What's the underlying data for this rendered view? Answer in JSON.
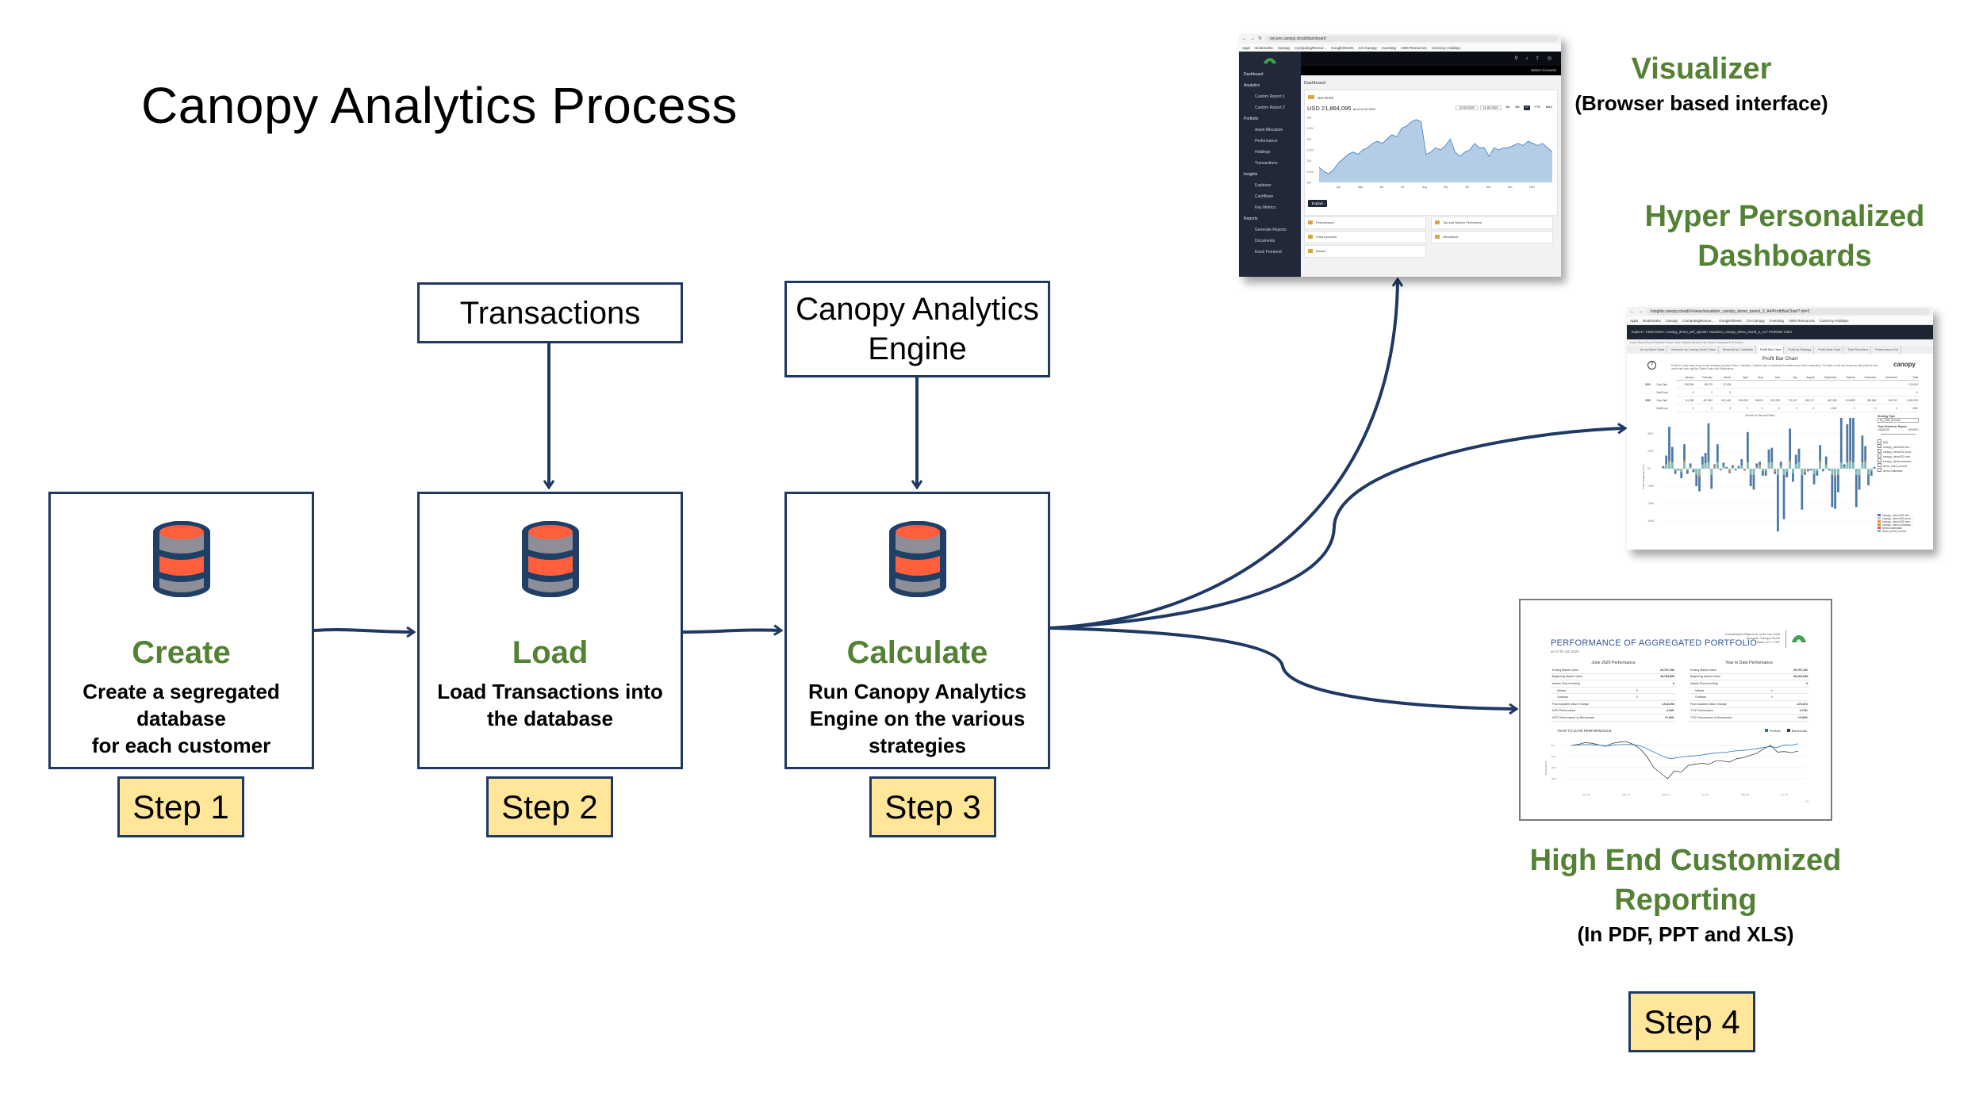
{
  "title": "Canopy Analytics Process",
  "inputs": {
    "transactions": "Transactions",
    "engine_line1": "Canopy Analytics",
    "engine_line2": "Engine"
  },
  "steps": [
    {
      "heading": "Create",
      "description": [
        "Create a segregated",
        "database",
        "for each customer"
      ],
      "step_label": "Step 1",
      "icon": "database-icon"
    },
    {
      "heading": "Load",
      "description": [
        "Load Transactions into",
        "the database"
      ],
      "step_label": "Step 2",
      "icon": "database-icon"
    },
    {
      "heading": "Calculate",
      "description": [
        "Run Canopy Analytics",
        "Engine on the various",
        "strategies"
      ],
      "step_label": "Step 3",
      "icon": "database-icon"
    }
  ],
  "outputs": {
    "visualizer": {
      "title": "Visualizer",
      "subtitle": "(Browser based interface)"
    },
    "dashboards": {
      "title_line1": "Hyper Personalized",
      "title_line2": "Dashboards"
    },
    "reporting": {
      "title_line1": "High End Customized",
      "title_line2": "Reporting",
      "subtitle": "(In PDF, PPT and XLS)"
    },
    "step_label": "Step 4"
  },
  "visualizer_screenshot": {
    "url": "secure.canopy.cloud/dashboard",
    "bookmarks": [
      "Apps",
      "Bookmarks",
      "Canopy",
      "ComputingResour...",
      "GoogleSheets",
      "CS-Canopy",
      "Investing",
      "AWS Resources",
      "Currency Holidays"
    ],
    "sidebar": [
      {
        "label": "Dashboard",
        "sub": false
      },
      {
        "label": "Analytics",
        "sub": false
      },
      {
        "label": "Custom Report 1",
        "sub": true
      },
      {
        "label": "Custom Report 2",
        "sub": true
      },
      {
        "label": "Portfolio",
        "sub": false
      },
      {
        "label": "Asset Allocation",
        "sub": true
      },
      {
        "label": "Performance",
        "sub": true
      },
      {
        "label": "Holdings",
        "sub": true
      },
      {
        "label": "Transactions",
        "sub": true
      },
      {
        "label": "Insights",
        "sub": false
      },
      {
        "label": "Explainer",
        "sub": true
      },
      {
        "label": "Cashflows",
        "sub": true
      },
      {
        "label": "Key Metrics",
        "sub": true
      },
      {
        "label": "Reports",
        "sub": false
      },
      {
        "label": "Generate Reports",
        "sub": true
      },
      {
        "label": "Documents",
        "sub": true
      },
      {
        "label": "Excel Frontend",
        "sub": true
      }
    ],
    "select_accounts": "Select Accounts",
    "page_title": "Dashboard",
    "card_title": "Net Worth",
    "net_worth": "USD 21,864,095",
    "as_of": "as of 11-03-2021",
    "date_from": "12-03-2020",
    "date_to": "11-03-2021",
    "ranges": [
      "1M",
      "3M",
      "1Y",
      "YTD",
      "MAX"
    ],
    "active_range": "1Y",
    "y_ticks": [
      "23M",
      "22.5M",
      "22M",
      "21.5M",
      "21M",
      "20.5M",
      "20M"
    ],
    "x_ticks": [
      "Apr",
      "May",
      "Jun",
      "Jul",
      "Aug",
      "Sep",
      "Oct",
      "Nov",
      "Dec",
      "2021"
    ],
    "series_values": [
      20.7,
      20.5,
      20.4,
      20.6,
      20.9,
      21.1,
      21.3,
      21.4,
      21.3,
      21.5,
      21.6,
      21.8,
      21.9,
      21.8,
      22.0,
      22.2,
      22.1,
      22.5,
      22.6,
      22.8,
      22.9,
      22.8,
      21.3,
      21.4,
      21.6,
      21.5,
      21.7,
      22.0,
      21.4,
      21.2,
      21.4,
      21.5,
      21.8,
      21.6,
      21.6,
      21.2,
      21.6,
      21.5,
      21.6,
      21.6,
      21.7,
      21.8,
      21.7,
      21.9,
      21.8,
      21.7,
      21.8,
      21.6,
      21.4
    ],
    "explain_button": "Explain Change",
    "widgets": [
      "Performance",
      "Top and Bottom Performers",
      "Child Accounts",
      "Allocations",
      "Market"
    ]
  },
  "dashboard_screenshot": {
    "url": "insights.canopy.cloud/#/views/visualizer_canopy_demo_tannsl_2_A4/ProfitBarChart?:iid=2",
    "breadcrumb": "Explore / Client Demo / canopy_demo_self_upload / visualizer_canopy_demo_tannsl_2_A4 / Profit Bar Chart",
    "toolbar": "Undo  Redo  Revert  Refresh  Pause   View Original  Metrics  Edit  Share  Download  Full Screen",
    "tabs": [
      "rth by Asset Class",
      "Networth by Canopy Asset Class",
      "Networth by Custodian",
      "Profit Bar Chart",
      "Profit by Strategy",
      "Profit Area Chart",
      "Total Securities",
      "Performance (%)"
    ],
    "active_tab": "Profit Bar Chart",
    "chart_title": "Profit Bar Chart",
    "description": "Profit (or Loss) made every month arranged by Asset Class, Custodian, Contract Type or individual Securities as per User's selections. The table on the top shows the total profit for that month and year, split by Capital Gains and Distributions.",
    "brand": "canopy",
    "months": [
      "January",
      "February",
      "March",
      "April",
      "May",
      "June",
      "July",
      "August",
      "September",
      "October",
      "November",
      "December",
      "Total"
    ],
    "rows": [
      {
        "year": "2021",
        "type": "Cap Gain",
        "values": [
          "-200,348",
          "-56,179",
          "37,433",
          "",
          "",
          "",
          "",
          "",
          "",
          "",
          "",
          "",
          "-219,004"
        ]
      },
      {
        "year": "",
        "type": "Dist/Coup",
        "values": [
          "0",
          "0",
          "0",
          "",
          "",
          "",
          "",
          "",
          "",
          "",
          "",
          "",
          "0"
        ]
      },
      {
        "year": "2020",
        "type": "Cap Gain",
        "values": [
          "111,380",
          "467,553",
          "-421,445",
          "844,920",
          "58,522",
          "522,929",
          "771,107",
          "653,747",
          "-442,336",
          "-226,885",
          "300,882",
          "242,970",
          "1,845,200"
        ]
      },
      {
        "year": "",
        "type": "Dist/Coup",
        "values": [
          "0",
          "0",
          "0",
          "0",
          "0",
          "0",
          "0",
          "0",
          "1,500",
          "0",
          "0",
          "0",
          "1,500"
        ]
      }
    ],
    "chart_axis_title": "Month of Record Date",
    "y_axis_label": "Profit Trading Base Ccy",
    "y_ticks": [
      "800K",
      "600K",
      "400K",
      "200K",
      "0K",
      "-200K",
      "-400K",
      "-600K"
    ],
    "filters": {
      "strategy_type_label": "Strategy Type",
      "strategy_type_value": "by_child_account",
      "time_period_label": "Time Period for Report",
      "time_from": "1/28/2015",
      "time_to": "3/9/2021",
      "checkboxes": [
        "(All)",
        "canopy_demo332-bbr...",
        "canopy_demo332-pvcs...",
        "canopy_demo332-rare...",
        "canopy_demo-physeas...",
        "demo_fixed_income",
        "demo-realestate"
      ]
    },
    "legend": [
      {
        "label": "canopy...demo332-bbr-...",
        "color": "#4e79a7"
      },
      {
        "label": "canopy...demo332-pvcs-...",
        "color": "#a0cbe8"
      },
      {
        "label": "canopy...demo332-rare-...",
        "color": "#f28e2b"
      },
      {
        "label": "canopy...demo-physeas...",
        "color": "#b6992d"
      },
      {
        "label": "demo-realestate",
        "color": "#e15759"
      },
      {
        "label": "demo_fixed_income",
        "color": "#86bcb6"
      }
    ],
    "bar_values_k": [
      30,
      150,
      480,
      250,
      -60,
      -20,
      -110,
      280,
      -60,
      60,
      -40,
      -200,
      -260,
      140,
      180,
      520,
      -230,
      50,
      280,
      -20,
      70,
      20,
      -50,
      40,
      -20,
      30,
      110,
      -20,
      420,
      -200,
      -240,
      60,
      80,
      -80,
      -80,
      220,
      240,
      -60,
      -720,
      80,
      -580,
      -100,
      460,
      -150,
      160,
      230,
      -470,
      -70,
      -30,
      -20,
      -180,
      -80,
      270,
      -30,
      140,
      -20,
      -440,
      -460,
      -270,
      820,
      50,
      510,
      760,
      620,
      -440,
      -240,
      380,
      260,
      -190,
      -80,
      20
    ]
  },
  "report_screenshot": {
    "header_lines": [
      "Consolidated Report as of 30 Jun 2020",
      "Account: Canopy Demo",
      "Base CCY: CHF"
    ],
    "title": "PERFORMANCE OF AGGREGATED PORTFOLIO",
    "as_of": "as of 30 Jun 2020",
    "left_table": {
      "caption": "June 2020 Performance",
      "rows": [
        [
          "Ending Market Value",
          "",
          "29,797,152"
        ],
        [
          "Beginning Market Value",
          "",
          "28,784,859"
        ],
        [
          "Assets Flow Including",
          "",
          "0"
        ],
        [
          "Inflows",
          "0",
          ""
        ],
        [
          "Outflows",
          "0",
          ""
        ],
        [
          "Flow Adjusted Value Change",
          "",
          "1,012,294"
        ],
        [
          "MTD Performance",
          "",
          "4.54%"
        ],
        [
          "MTD Performance vs Benchmark",
          "",
          "+2.30%"
        ]
      ]
    },
    "right_table": {
      "caption": "Year to Date Performance",
      "rows": [
        [
          "Ending Market Value",
          "",
          "29,797,152"
        ],
        [
          "Beginning Market Value",
          "",
          "30,269,835"
        ],
        [
          "Assets Flow Including",
          "",
          "0"
        ],
        [
          "Inflows",
          "0",
          ""
        ],
        [
          "Outflows",
          "0",
          ""
        ],
        [
          "Flow Adjusted Value Change",
          "",
          "-472,673"
        ],
        [
          "YTD Performance",
          "",
          "0.73%"
        ],
        [
          "YTD Performance vs Benchmark",
          "",
          "+6.90%"
        ]
      ]
    },
    "chart_title": "YEAR TO DATE PERFORMANCE",
    "legend": [
      {
        "label": "Portfolio",
        "color": "#2e75b6"
      },
      {
        "label": "Benchmark",
        "color": "#404040"
      }
    ],
    "y_label": "Performance",
    "y_ticks": [
      "0%",
      "-10%",
      "-20%",
      "-30%"
    ],
    "x_ticks": [
      "Jan-20",
      "Feb-20",
      "Mar-20",
      "Apr-20",
      "May-20",
      "Jun-20"
    ],
    "portfolio": [
      0,
      0.5,
      0.8,
      0.6,
      0.3,
      -0.5,
      0.5,
      0.8,
      1.0,
      0.5,
      -1,
      -4,
      -7,
      -10,
      -12,
      -11,
      -10,
      -9.5,
      -9,
      -8,
      -7,
      -6.5,
      -6,
      -5,
      -4.5,
      -4,
      -3,
      -2,
      -1,
      -2,
      0.5,
      0.3,
      1.5
    ],
    "benchmark": [
      0,
      1.0,
      2.5,
      2.0,
      0.5,
      -0.8,
      2.0,
      3.0,
      3.5,
      1.0,
      -3,
      -10,
      -20,
      -25,
      -30,
      -23,
      -24,
      -18,
      -17,
      -16,
      -17,
      -14,
      -14,
      -15,
      -12,
      -11,
      -9,
      -7,
      -3,
      0,
      -6,
      -5.5,
      -6.5,
      -5
    ],
    "page_number": "13"
  },
  "colors": {
    "navy": "#1f3864",
    "green": "#548235",
    "step_fill": "#ffe699",
    "db_outline": "#1f3f66",
    "db_orange": "#ff5f3c",
    "db_gray": "#8e8e96"
  }
}
